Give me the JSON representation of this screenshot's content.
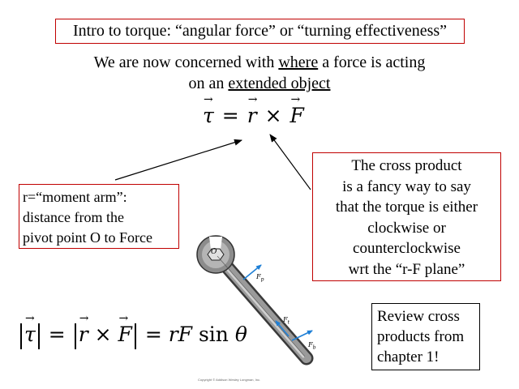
{
  "title": "Intro to torque: “angular force” or “turning effectiveness”",
  "intro": {
    "line1_before": "We are now concerned with ",
    "line1_link": "where",
    "line1_after": " a force is acting",
    "line2_before": "on an ",
    "line2_link": "extended object"
  },
  "equation": {
    "tau": "τ",
    "eq": "=",
    "r": "r",
    "times": "×",
    "F": "F"
  },
  "moment_arm": {
    "line1": "r=“moment arm”:",
    "line2": "distance from the",
    "line3": "pivot point O to Force"
  },
  "cross_product": {
    "line1": "The cross product",
    "line2": "is a fancy way to say",
    "line3": "that the torque is either",
    "line4": "clockwise or",
    "line5": "counterclockwise",
    "line6": "wrt the “r-F plane”"
  },
  "review": {
    "line1": "Review cross",
    "line2": "products from",
    "line3": "chapter 1!"
  },
  "magnitude": {
    "tau": "τ",
    "eq1": "=",
    "r": "r",
    "times": "×",
    "F": "F",
    "eq2": "=",
    "rF": "rF",
    "sin": " sin",
    "theta": "θ"
  },
  "figure": {
    "pivot_label": "O",
    "force_label_1": "F",
    "force_label_1_sub": "p",
    "force_label_2": "F",
    "force_label_2_sub": "t",
    "force_label_3": "F",
    "force_label_3_sub": "b",
    "copyright": "Copyright © Addison Wesley Longman, Inc.",
    "accent_color": "#1e7fd6",
    "border_color": "#c00000"
  }
}
